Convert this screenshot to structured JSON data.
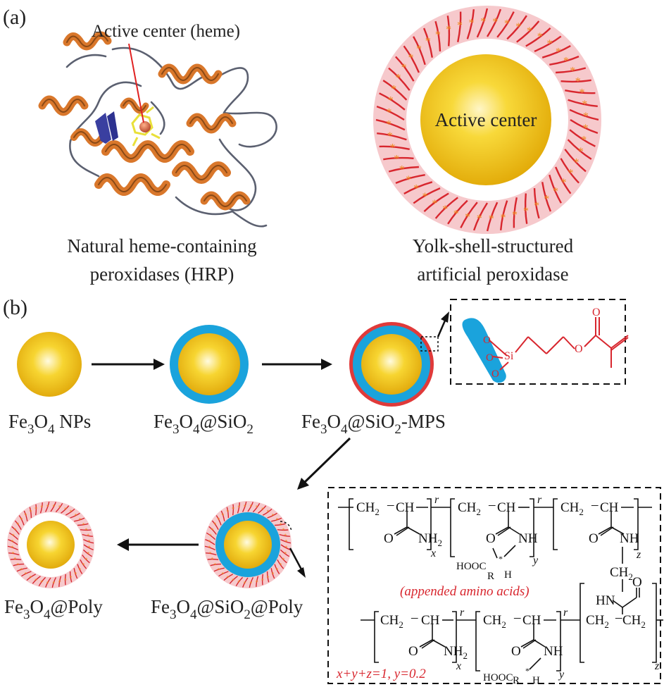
{
  "panel_a": {
    "label": "(a)",
    "heme_annotation": "Active center (heme)",
    "hrp_caption_line1": "Natural heme-containing",
    "hrp_caption_line2": "peroxidases (HRP)",
    "yolk_center_label": "Active center",
    "yolk_caption_line1": "Yolk-shell-structured",
    "yolk_caption_line2": "artificial peroxidase"
  },
  "panel_b": {
    "label": "(b)",
    "np_labels": {
      "fe3o4_base": "Fe",
      "fe3o4_sub3": "3",
      "fe3o4_o": "O",
      "fe3o4_sub4": "4",
      "nps": " NPs",
      "at_sio": "@SiO",
      "sub2": "2",
      "mps": "-MPS",
      "at_poly": "@Poly"
    },
    "mps_chem": {
      "si": "Si",
      "o": "O"
    },
    "polymer": {
      "ch2": "CH",
      "ch": "CH",
      "nh2": "NH",
      "nh": "NH",
      "hooc": "HOOC",
      "r": "R",
      "h": "H",
      "hn": "HN",
      "o": "O",
      "r_link": "r",
      "x": "x",
      "y": "y",
      "z": "z",
      "appended": "(appended amino acids)",
      "formula": "x+y+z=1, y=0.2"
    }
  },
  "colors": {
    "protein_orange": "#d9772b",
    "protein_dark": "#8a4a17",
    "loop_gray": "#5b6070",
    "sheet_blue": "#3a3fa0",
    "heme_yellow": "#e9e03a",
    "core_yellow": "#f2c716",
    "silica_blue": "#1aa3dc",
    "mps_red": "#e03a3a",
    "shell_pink": "#f6c9cc",
    "chain_red": "#d8262e",
    "star_orange": "#f08a23"
  }
}
